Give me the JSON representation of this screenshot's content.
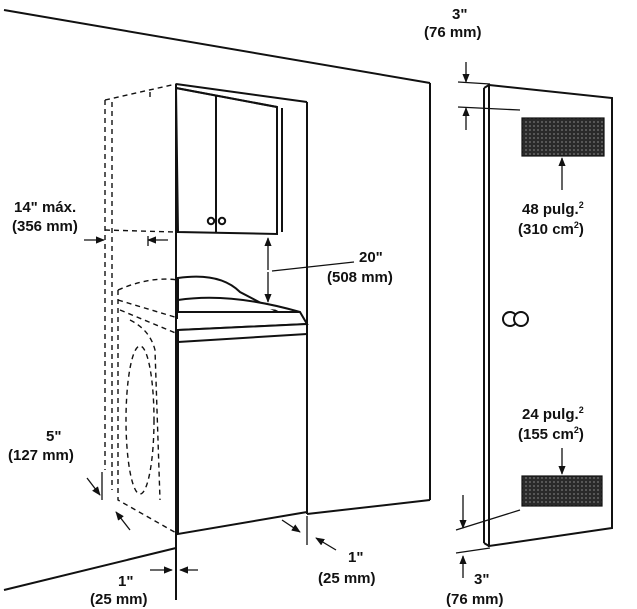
{
  "labels": {
    "top_clearance": {
      "inches": "3\"",
      "mm": "(76 mm)"
    },
    "shelf_depth": {
      "inches": "14\" máx.",
      "mm": "(356 mm)"
    },
    "cabinet_clearance": {
      "inches": "20\"",
      "mm": "(508 mm)"
    },
    "upper_vent": {
      "value": "48 pulg.",
      "sup": "2",
      "metric_open": "(310 cm",
      "metric_sup": "2",
      "metric_close": ")"
    },
    "lower_vent": {
      "value": "24 pulg.",
      "sup": "2",
      "metric_open": "(155 cm",
      "metric_sup": "2",
      "metric_close": ")"
    },
    "front_clearance": {
      "inches": "5\"",
      "mm": "(127 mm)"
    },
    "left_side_clearance": {
      "inches": "1\"",
      "mm": "(25 mm)"
    },
    "right_side_clearance": {
      "inches": "1\"",
      "mm": "(25 mm)"
    },
    "bottom_clearance": {
      "inches": "3\"",
      "mm": "(76 mm)"
    }
  },
  "colors": {
    "line": "#111111",
    "vent": "#2a2a2a",
    "background": "#ffffff"
  }
}
